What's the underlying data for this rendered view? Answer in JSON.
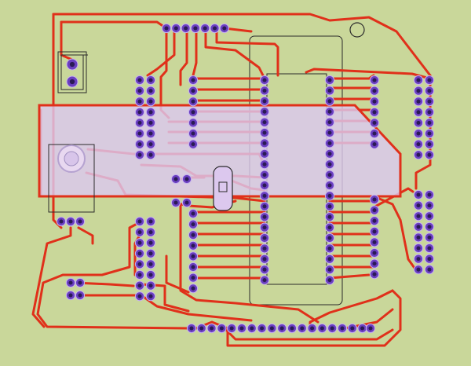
{
  "board": {
    "background": "#c9d79a",
    "trace_color": "#e0301a",
    "pad_ring_color": "#6a3fc0",
    "pad_hole_color": "#2a1a55",
    "outline_color": "#2b2b2b",
    "lcd_overlay_color": "#dcc8ee",
    "components": [
      "header-6pin-top",
      "connector-2pin-left",
      "trimmer-potentiometer",
      "lcd-module-overlay",
      "dip-ic-socket-40pin",
      "crystal-oscillator",
      "header-2x8-right-upper",
      "header-2x8-right-lower",
      "header-2x8-left-lower",
      "header-2x2-small",
      "pin-row-bottom-18"
    ]
  }
}
